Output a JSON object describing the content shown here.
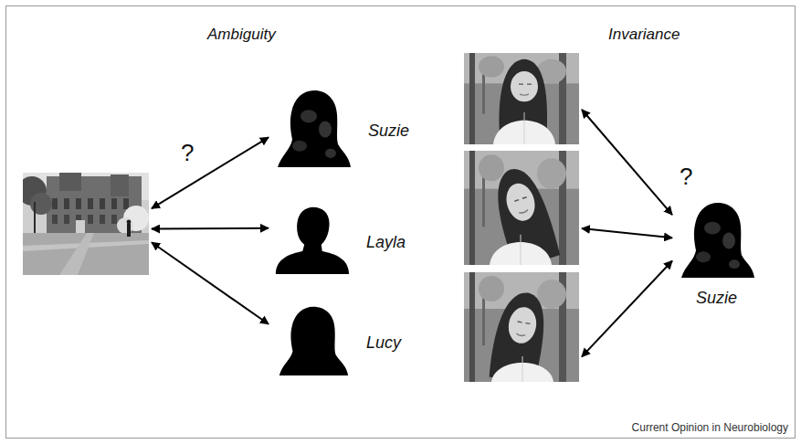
{
  "diagram": {
    "nodes": [
      {
        "text": []
      },
      {
        "text": [
          "Suzie"
        ]
      },
      {
        "text": [
          "Layla"
        ]
      },
      {
        "text": [
          "Lucy"
        ]
      },
      {
        "text": []
      },
      {
        "text": []
      },
      {
        "text": []
      },
      {
        "text": [
          "Suzie"
        ]
      }
    ],
    "edges": [
      {
        "from": 0,
        "to": 1,
        "arrow": "both"
      },
      {
        "from": 0,
        "to": 2,
        "arrow": "both"
      },
      {
        "from": 0,
        "to": 3,
        "arrow": "both"
      },
      {
        "from": 4,
        "to": 7,
        "arrow": "both"
      },
      {
        "from": 5,
        "to": 7,
        "arrow": "both"
      },
      {
        "from": 6,
        "to": 7,
        "arrow": "both"
      }
    ],
    "labels": [
      "Ambiguity",
      "Invariance",
      "?",
      "?",
      "Current Opinion in Neurobiology"
    ]
  }
}
